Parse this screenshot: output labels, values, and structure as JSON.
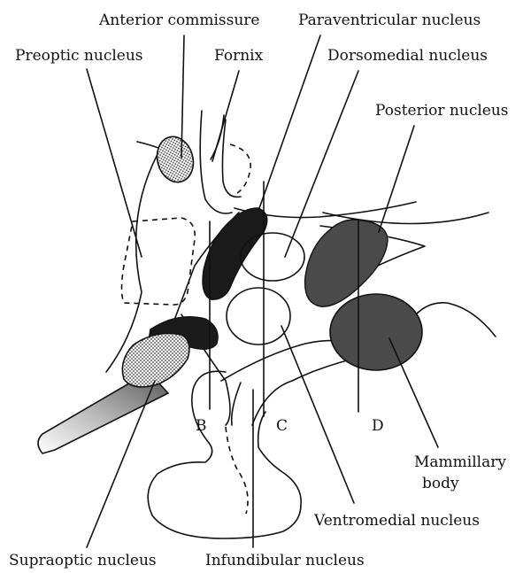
{
  "labels": {
    "anterior_commissure": "Anterior commissure",
    "paraventricular_nucleus": "Paraventricular nucleus",
    "preoptic_nucleus": "Preoptic nucleus",
    "fornix": "Fornix",
    "dorsomedial_nucleus": "Dorsomedial nucleus",
    "posterior_nucleus": "Posterior nucleus",
    "mammillary_body_line1": "Mammillary",
    "mammillary_body_line2": "body",
    "ventromedial_nucleus": "Ventromedial nucleus",
    "supraoptic_nucleus": "Supraoptic nucleus",
    "infundibular_nucleus": "Infundibular nucleus",
    "section_b": "B",
    "section_c": "C",
    "section_d": "D"
  },
  "colors": {
    "ink": "#111111",
    "dark_fill": "#1a1a1a",
    "gray_fill": "#4a4a4a",
    "stipple": "#666666",
    "background": "#ffffff"
  }
}
